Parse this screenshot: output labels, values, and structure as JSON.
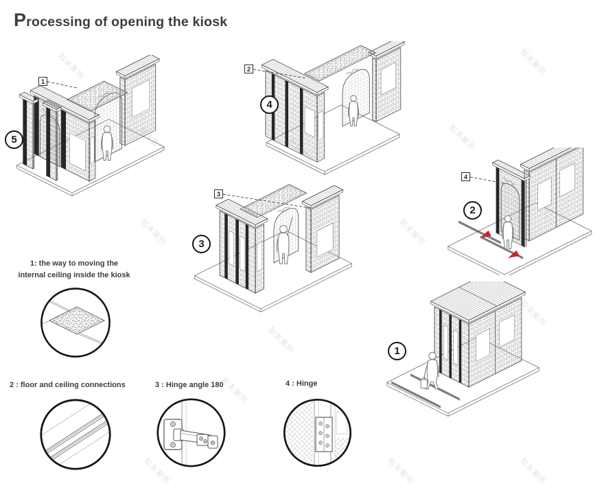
{
  "title": "Processing of opening the kiosk",
  "watermark_text": "知末案例",
  "colors": {
    "text": "#3d3d3d",
    "line": "#5f5f5f",
    "dark_stripe": "#262626",
    "arrow_red": "#c5242a",
    "circle_stroke": "#161616"
  },
  "steps": [
    {
      "step_number": "1"
    },
    {
      "step_number": "2"
    },
    {
      "step_number": "3"
    },
    {
      "step_number": "4"
    },
    {
      "step_number": "5"
    }
  ],
  "part_labels": [
    {
      "num": "1"
    },
    {
      "num": "2"
    },
    {
      "num": "3"
    },
    {
      "num": "4"
    }
  ],
  "details": [
    {
      "num": "1",
      "caption_line1": "1: the way to moving the",
      "caption_line2": "internal ceiling inside the kiosk"
    },
    {
      "num": "2",
      "caption": "2 : floor and ceiling connections"
    },
    {
      "num": "3",
      "caption": "3 : Hinge angle 180"
    },
    {
      "num": "4",
      "caption": "4 : Hinge"
    }
  ]
}
